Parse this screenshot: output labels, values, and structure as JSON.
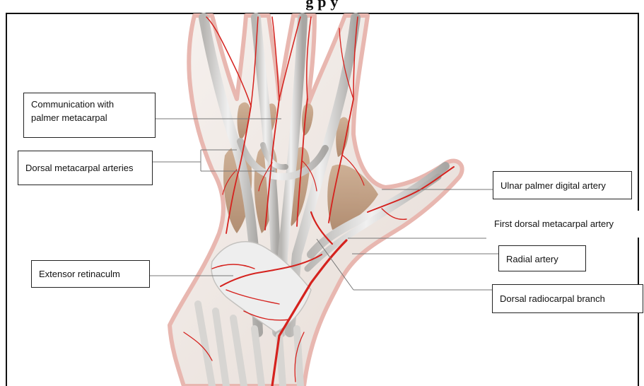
{
  "figure": {
    "title_fragment": "g                                    p        y"
  },
  "labels": {
    "communication_palmer": "Communication with\npalmer metacarpal",
    "dorsal_metacarpal": "Dorsal metacarpal arteries",
    "extensor_retinaculum": "Extensor retinaculm",
    "ulnar_palmer_digital": "Ulnar palmer digital artery",
    "first_dorsal_metacarpal": "First dorsal metacarpal artery",
    "radial_artery": "Radial artery",
    "dorsal_radiocarpal": "Dorsal radiocarpal branch"
  },
  "colors": {
    "skin_outline": "#e8b7b0",
    "skin_fill": "#f4ece8",
    "tendon": "#dcdcdc",
    "tendon_shadow": "#a9a7a4",
    "muscle": "#b99473",
    "artery": "#d5221e",
    "leader": "#777777",
    "box_border": "#222222"
  }
}
